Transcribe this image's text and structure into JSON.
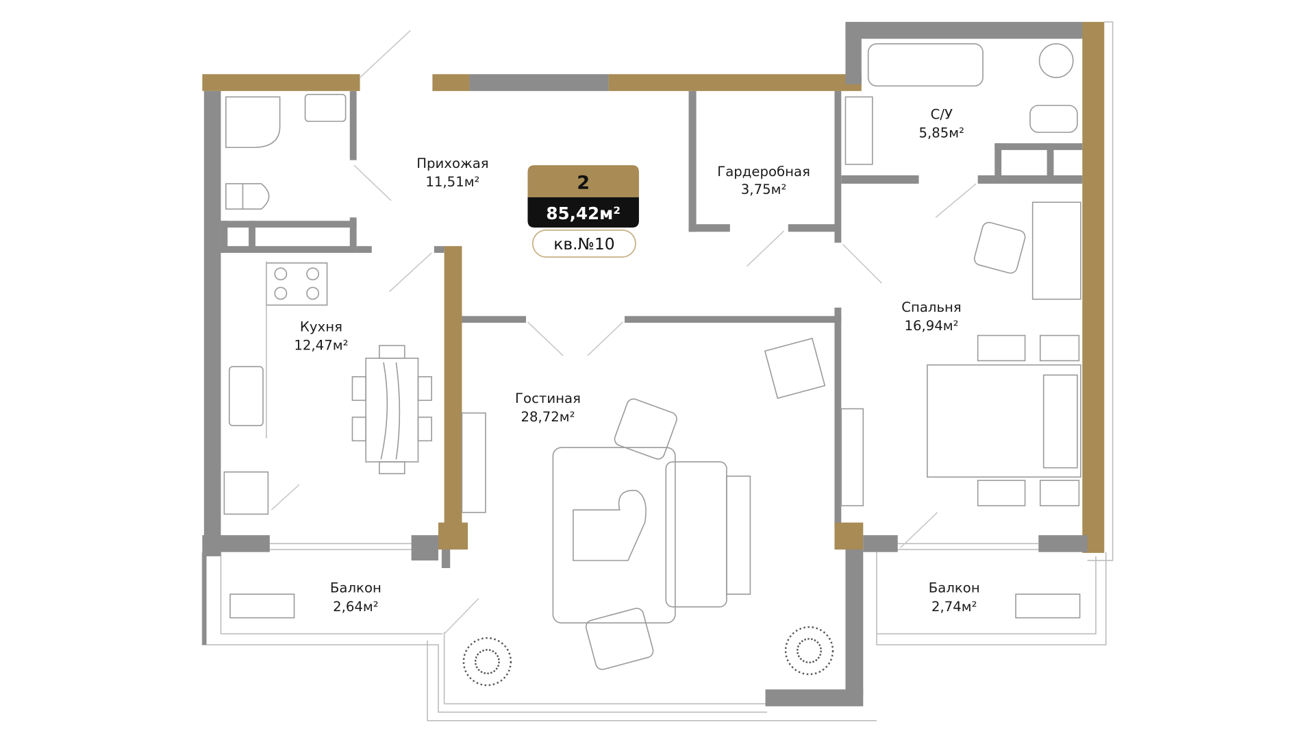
{
  "apartment": {
    "rooms_count": "2",
    "total_area": "85,42м²",
    "number": "кв.№10"
  },
  "rooms": [
    {
      "name": "Прихожая",
      "area": "11,51м²"
    },
    {
      "name": "Гардеробная",
      "area": "3,75м²"
    },
    {
      "name": "С/У",
      "area": "5,85м²"
    },
    {
      "name": "Кухня",
      "area": "12,47м²"
    },
    {
      "name": "Гостиная",
      "area": "28,72м²"
    },
    {
      "name": "Спальня",
      "area": "16,94м²"
    },
    {
      "name": "Балкон",
      "area": "2,64м²"
    },
    {
      "name": "Балкон",
      "area": "2,74м²"
    }
  ],
  "colors": {
    "wall": "#8c8c8c",
    "accent_wall": "#a88b55",
    "badge_dark": "#111111"
  }
}
